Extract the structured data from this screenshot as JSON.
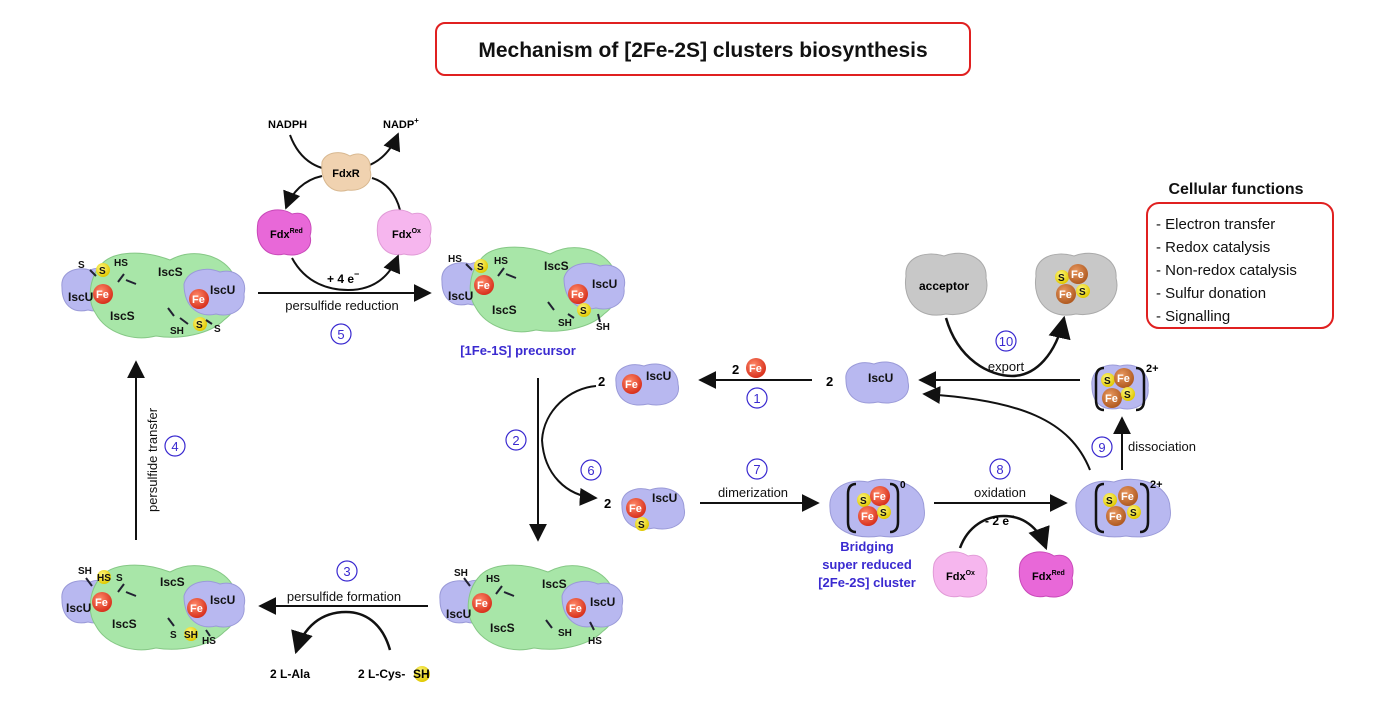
{
  "title": "Mechanism of [2Fe-2S] clusters biosynthesis",
  "cellular_functions": {
    "heading": "Cellular  functions",
    "items": [
      "- Electron transfer",
      "- Redox catalysis",
      "- Non-redox catalysis",
      "- Sulfur donation",
      "- Signalling"
    ]
  },
  "labels": {
    "nadph": "NADPH",
    "nadp_base": "NADP",
    "nadp_sup": "+",
    "fdxr": "FdxR",
    "fdx": "Fdx",
    "red": "Red",
    "ox": "Ox",
    "plus4e": "+ 4 e",
    "minus2e": "- 2 e",
    "electron_sup": "−",
    "iscu": "IscU",
    "iscs": "IscS",
    "fe": "Fe",
    "s": "S",
    "sh": "SH",
    "hs": "HS",
    "precursor": "[1Fe-1S] precursor",
    "acceptor": "acceptor",
    "two": "2",
    "l_ala": "2  L-Ala",
    "l_cys": "2  L-Cys-",
    "bridging_1": "Bridging",
    "bridging_2": "super reduced",
    "bridging_3": "[2Fe-2S] cluster",
    "charge_0": "0",
    "charge_2plus": "2+"
  },
  "steps": [
    {
      "n": "1",
      "label": ""
    },
    {
      "n": "2",
      "label": ""
    },
    {
      "n": "3",
      "label": "persulfide formation"
    },
    {
      "n": "4",
      "label": "persulfide transfer"
    },
    {
      "n": "5",
      "label": "persulfide reduction"
    },
    {
      "n": "6",
      "label": ""
    },
    {
      "n": "7",
      "label": "dimerization"
    },
    {
      "n": "8",
      "label": "oxidation"
    },
    {
      "n": "9",
      "label": "dissociation"
    },
    {
      "n": "10",
      "label": "export"
    }
  ],
  "colors": {
    "title_border": "#e02020",
    "iscu": "#b8b8f0",
    "iscs": "#a8e6a8",
    "fe": "#e8402a",
    "fe_oxidized": "#c8682a",
    "s": "#f0e020",
    "fdxr": "#f0d2b0",
    "fdx_red": "#e868d8",
    "fdx_ox": "#f6b6ee",
    "acceptor": "#c8c8c8",
    "step_number": "#3a2ad0"
  }
}
